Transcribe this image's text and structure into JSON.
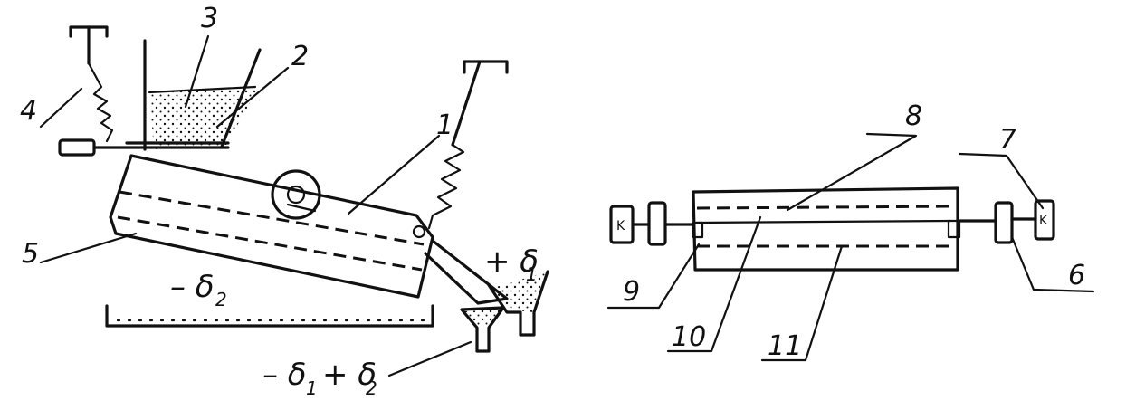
{
  "labels": {
    "n1": "1",
    "n2": "2",
    "n3": "3",
    "n4": "4",
    "n5": "5",
    "n6": "6",
    "n7": "7",
    "n8": "8",
    "n9": "9",
    "n10": "10",
    "n11": "11",
    "plus_d1": "+ δ",
    "plus_d1_sub": "1",
    "minus_d2": "– δ",
    "minus_d2_sub": "2",
    "mix_a": "– δ",
    "mix_a_sub": "1",
    "mix_b": "+ δ",
    "mix_b_sub": "2",
    "box_k_left": "K",
    "box_k_right": "K"
  }
}
